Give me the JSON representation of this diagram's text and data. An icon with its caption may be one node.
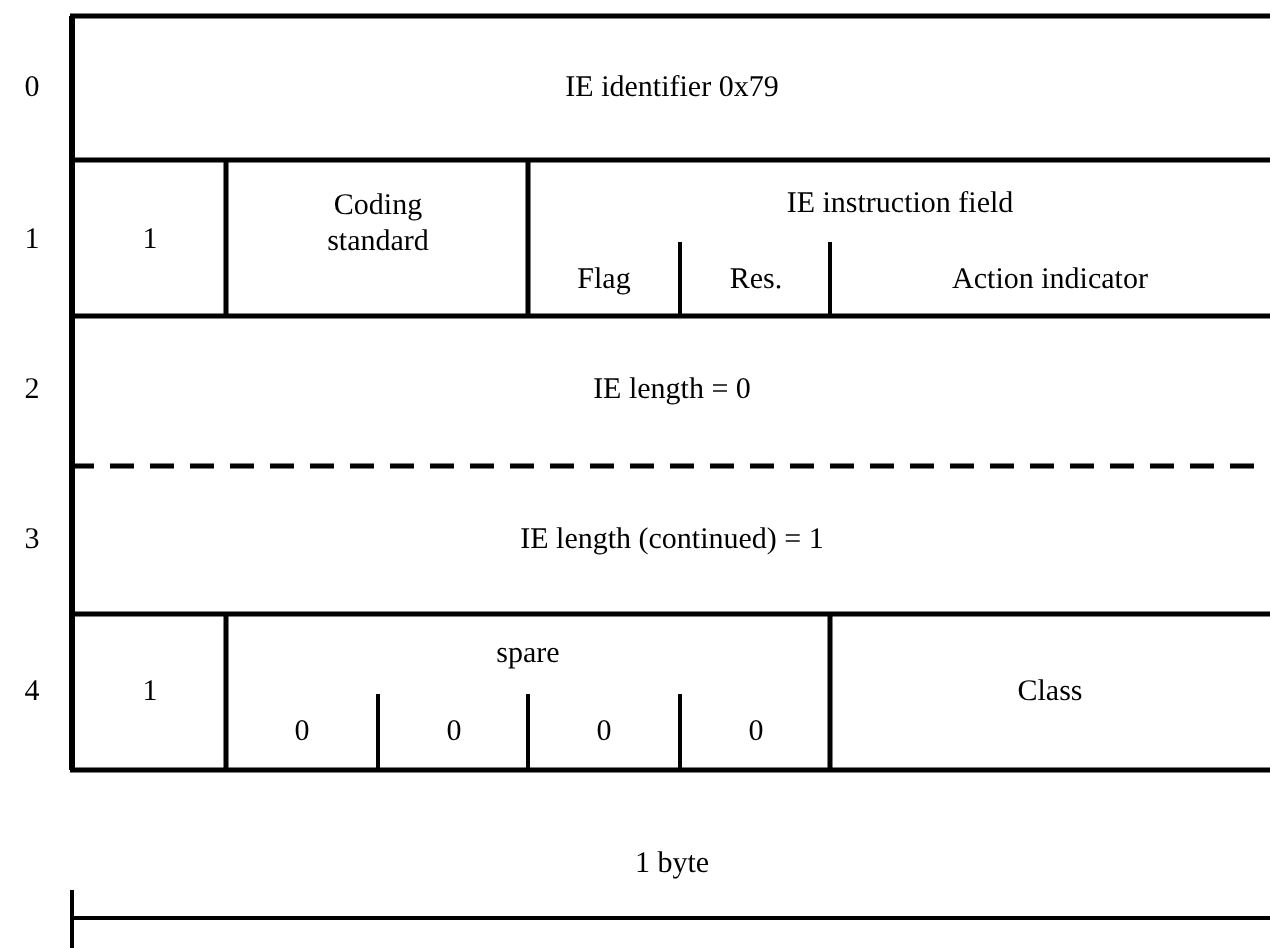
{
  "diagram": {
    "labels": [
      "0",
      "IE identifier 0x79",
      "1",
      "1",
      "Coding standard",
      "IE instruction field",
      "Flag",
      "Res.",
      "Action indicator",
      "2",
      "IE length = 0",
      "3",
      "IE length (continued) = 1",
      "4",
      "1",
      "spare",
      "0",
      "0",
      "0",
      "0",
      "Class",
      "1 byte"
    ]
  }
}
